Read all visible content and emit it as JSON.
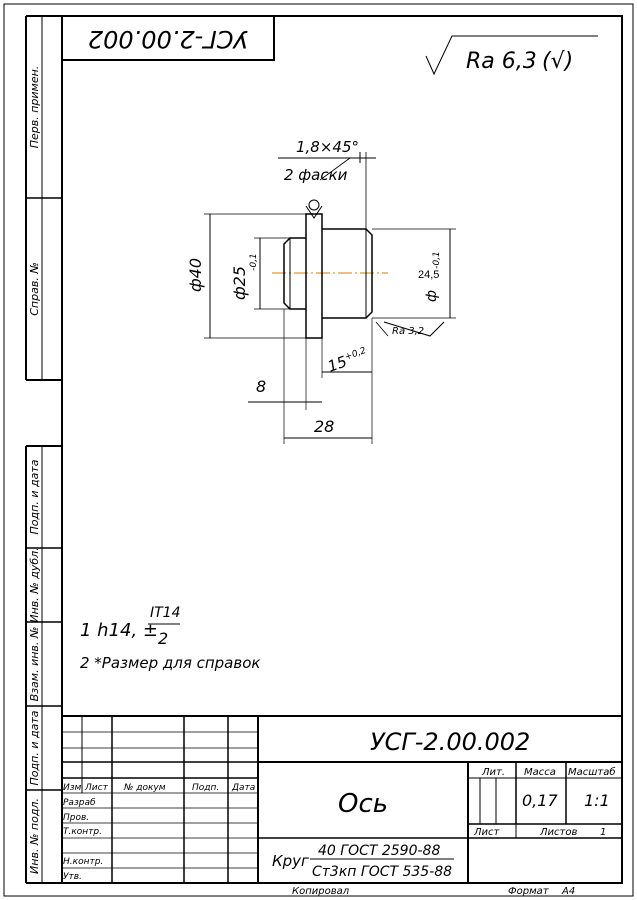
{
  "drawing": {
    "code": "УСГ-2.00.002",
    "code_flipped": "УСГ-2.00.002",
    "name": "Ось",
    "roughness_general": "Ra 6,3",
    "roughness_mark": "(√)",
    "roughness_face": "Ra 3,2",
    "material_prefix": "Круг",
    "material_line1": "40 ГОСТ 2590-88",
    "material_line2": "Ст3кп ГОСТ 535-88",
    "mass": "0,17",
    "scale": "1:1",
    "sheet_label": "Лист",
    "sheets_label": "Листов",
    "sheets_count": "1",
    "copied": "Копировал",
    "format_label": "Формат",
    "format_value": "А4"
  },
  "dimensions": {
    "chamfer": "1,8×45°",
    "chamfer_note": "2 фаски",
    "d40": "ф40",
    "d25": "ф25",
    "d25_tol": "-0,1",
    "d245": "24,5",
    "d245_prefix": "ф",
    "d245_tol": "-0,1",
    "len8": "8",
    "len15": "15",
    "len15_tol": "+0,2",
    "len28": "28"
  },
  "notes": {
    "note1": "1  h14, ±",
    "note1_num": "IT14",
    "note1_den": "2",
    "note2": "2  *Размер для справок"
  },
  "title_block": {
    "col_izm": "Изм",
    "col_list": "Лист",
    "col_doc": "№ докум",
    "col_sign": "Подп.",
    "col_date": "Дата",
    "razrab": "Разраб",
    "prov": "Пров.",
    "tkontr": "Т.контр.",
    "nkontr": "Н.контр.",
    "utv": "Утв.",
    "lit": "Лит.",
    "massa": "Масса",
    "masshtab": "Масштаб"
  },
  "side_labels": {
    "perv": "Перв. примен.",
    "sprav": "Справ. №",
    "podp1": "Подп. и дата",
    "inv_dubl": "Инв. № дубл.",
    "vzam": "Взам. инв. №",
    "podp2": "Подп. и дата",
    "inv_podl": "Инв. № подл."
  }
}
